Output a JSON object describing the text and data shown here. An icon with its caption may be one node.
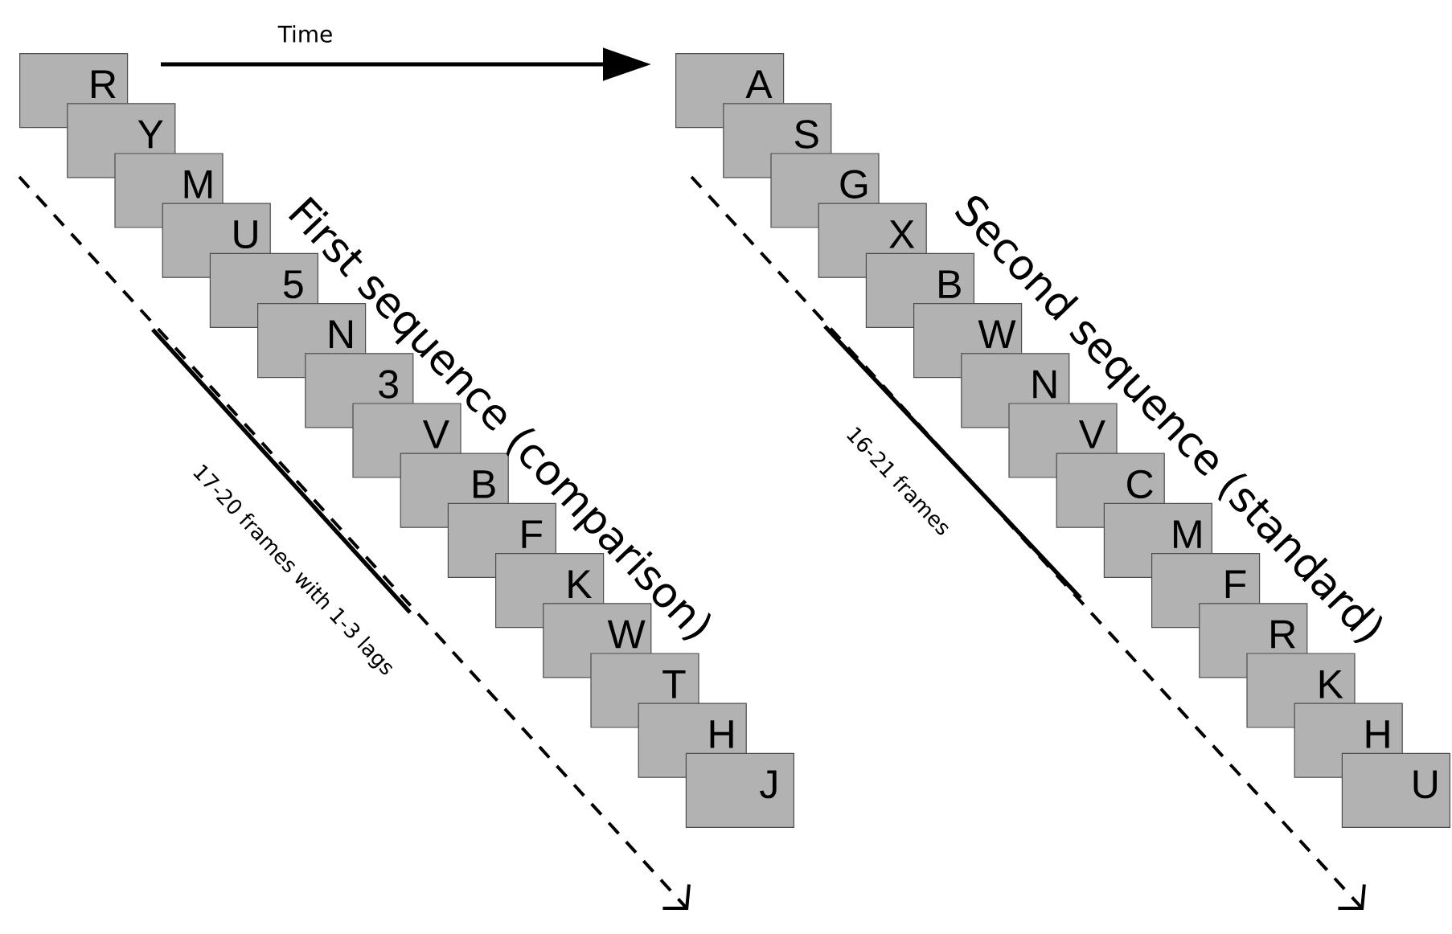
{
  "diagram": {
    "nodes": [
      {
        "text": [
          "R"
        ]
      },
      {
        "text": [
          "Y"
        ]
      },
      {
        "text": [
          "M"
        ]
      },
      {
        "text": [
          "U"
        ]
      },
      {
        "text": [
          "5"
        ]
      },
      {
        "text": [
          "N"
        ]
      },
      {
        "text": [
          "3"
        ]
      },
      {
        "text": [
          "V"
        ]
      },
      {
        "text": [
          "B"
        ]
      },
      {
        "text": [
          "F"
        ]
      },
      {
        "text": [
          "K"
        ]
      },
      {
        "text": [
          "W"
        ]
      },
      {
        "text": [
          "T"
        ]
      },
      {
        "text": [
          "H"
        ]
      },
      {
        "text": [
          "J"
        ]
      },
      {
        "text": [
          "A"
        ]
      },
      {
        "text": [
          "S"
        ]
      },
      {
        "text": [
          "G"
        ]
      },
      {
        "text": [
          "X"
        ]
      },
      {
        "text": [
          "B"
        ]
      },
      {
        "text": [
          "W"
        ]
      },
      {
        "text": [
          "N"
        ]
      },
      {
        "text": [
          "V"
        ]
      },
      {
        "text": [
          "C"
        ]
      },
      {
        "text": [
          "M"
        ]
      },
      {
        "text": [
          "F"
        ]
      },
      {
        "text": [
          "R"
        ]
      },
      {
        "text": [
          "K"
        ]
      },
      {
        "text": [
          "H"
        ]
      },
      {
        "text": [
          "U"
        ]
      }
    ],
    "labels": [
      "Time",
      "First sequence (comparison)",
      "Second sequence (standard)",
      "17-20 frames with 1-3 lags",
      "16-21 frames"
    ]
  }
}
